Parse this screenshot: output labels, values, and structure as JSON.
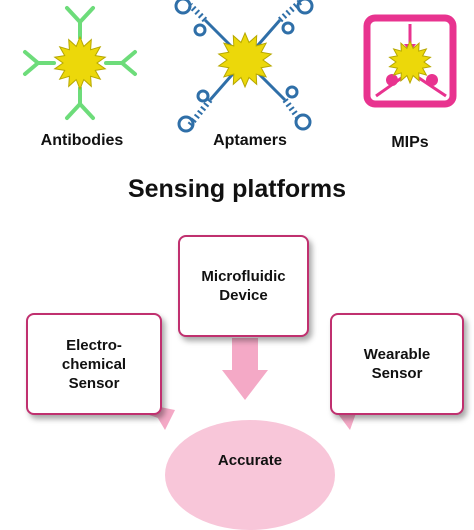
{
  "recognition": {
    "antibodies_label": "Antibodies",
    "aptamers_label": "Aptamers",
    "mips_label": "MIPs"
  },
  "section_title": "Sensing platforms",
  "platforms": {
    "microfluidic": "Microfluidic\nDevice",
    "electrochemical": "Electro-\nchemical\nSensor",
    "wearable": "Wearable\nSensor"
  },
  "result": {
    "label": "Accurate"
  },
  "colors": {
    "antibody": "#6ddc7a",
    "target_fill": "#ecd80a",
    "target_stroke": "#b7a800",
    "aptamer": "#2f6fa8",
    "mip": "#e8338f",
    "box_border": "#c0306f",
    "arrow": "#f4a9c6",
    "ellipse": "#f8c6d9"
  }
}
